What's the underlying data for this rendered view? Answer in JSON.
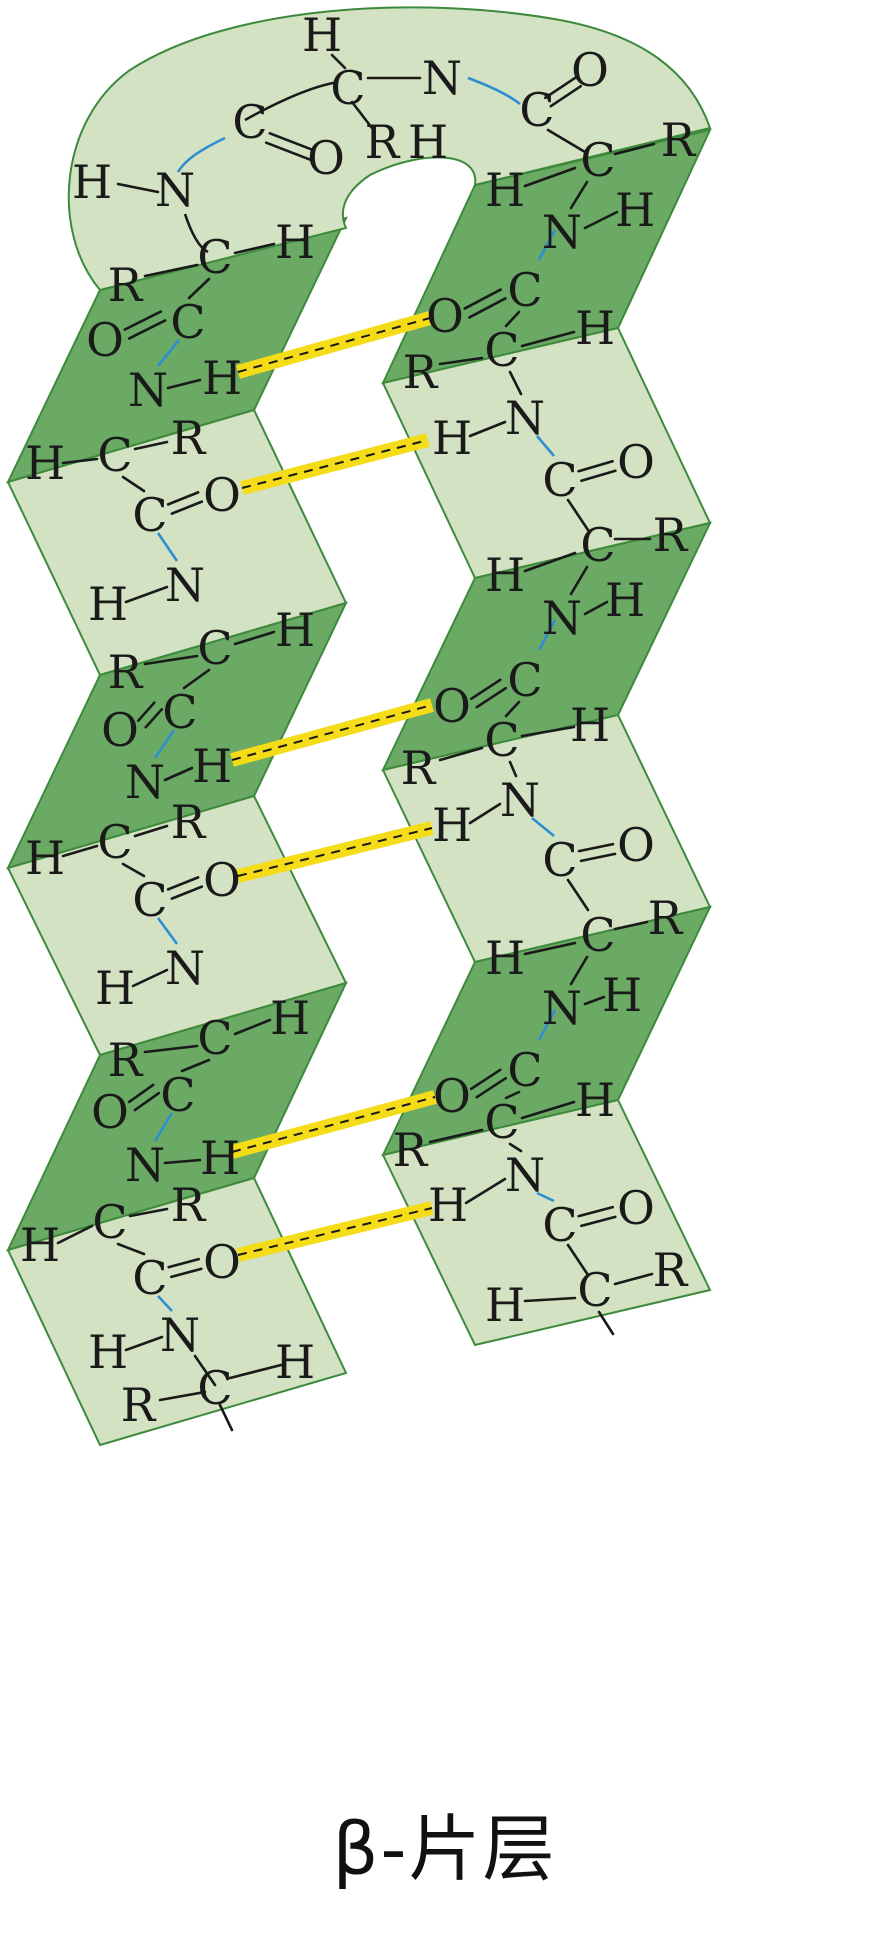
{
  "caption": "β-片层",
  "atoms": {
    "hydrogen": "H",
    "carbon": "C",
    "nitrogen": "N",
    "oxygen": "O",
    "side_chain": "R"
  },
  "colors": {
    "sheet_light": "#d3e2c2",
    "sheet_dark": "#6aaa64",
    "outline": "#3d8a3d",
    "hydrogen_bond": "#f5dc18",
    "peptide_bond": "#2e8fd0",
    "bond": "#1a1a1a"
  }
}
